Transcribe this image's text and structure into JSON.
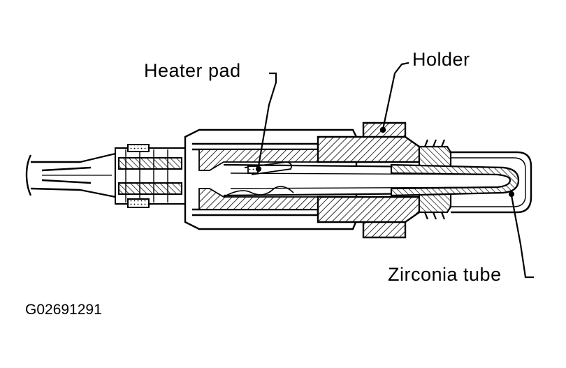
{
  "figure": {
    "id": "G02691291",
    "subject": "Oxygen sensor cross-section"
  },
  "labels": {
    "heater_pad": "Heater pad",
    "holder": "Holder",
    "zirconia_tube": "Zirconia tube"
  },
  "colors": {
    "ink": "#000000",
    "paper": "#ffffff"
  }
}
